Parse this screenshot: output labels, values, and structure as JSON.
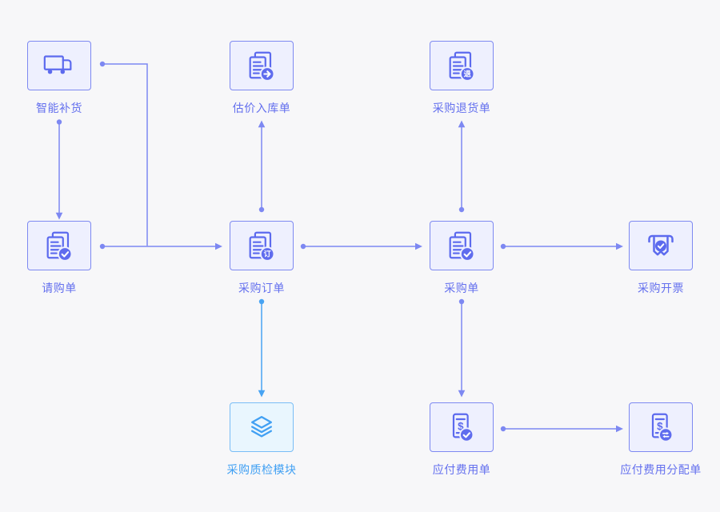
{
  "diagram": {
    "type": "flowchart",
    "theme_colors": {
      "background": "#f7f7f9",
      "node_fill": "#eef0fe",
      "node_border": "#7e89f1",
      "node_icon": "#5c6aee",
      "node_label": "#6470ee",
      "edge": "#7d88f2",
      "module_fill": "#e9f6fe",
      "module_border": "#79bdf6",
      "module_icon": "#41a0f3",
      "module_label": "#41a0f3",
      "module_edge": "#47a3f3"
    }
  },
  "nodes": {
    "smart_replenishment": {
      "label": "智能补货",
      "icon": "truck-icon"
    },
    "estimated_inbound": {
      "label": "估价入库单",
      "icon": "document-arrow-icon"
    },
    "purchase_return": {
      "label": "采购退货单",
      "icon": "document-return-icon",
      "badge": "退"
    },
    "requisition": {
      "label": "请购单",
      "icon": "document-check-icon"
    },
    "purchase_order": {
      "label": "采购订单",
      "icon": "document-order-icon",
      "badge": "订"
    },
    "purchase": {
      "label": "采购单",
      "icon": "document-check-icon"
    },
    "purchase_invoicing": {
      "label": "采购开票",
      "icon": "invoice-ribbon-check-icon"
    },
    "qc_module": {
      "label": "采购质检模块",
      "icon": "layers-icon"
    },
    "payable_expense": {
      "label": "应付费用单",
      "icon": "bill-check-icon",
      "currency": "$"
    },
    "payable_expense_allocation": {
      "label": "应付费用分配单",
      "icon": "bill-swap-icon",
      "currency": "$"
    }
  },
  "edges": [
    {
      "from": "智能补货",
      "to": "请购单"
    },
    {
      "from": "智能补货",
      "to": "采购订单"
    },
    {
      "from": "请购单",
      "to": "采购订单"
    },
    {
      "from": "采购订单",
      "to": "估价入库单"
    },
    {
      "from": "采购订单",
      "to": "采购单"
    },
    {
      "from": "采购订单",
      "to": "采购质检模块"
    },
    {
      "from": "采购单",
      "to": "采购退货单"
    },
    {
      "from": "采购单",
      "to": "采购开票"
    },
    {
      "from": "采购单",
      "to": "应付费用单"
    },
    {
      "from": "应付费用单",
      "to": "应付费用分配单"
    }
  ]
}
